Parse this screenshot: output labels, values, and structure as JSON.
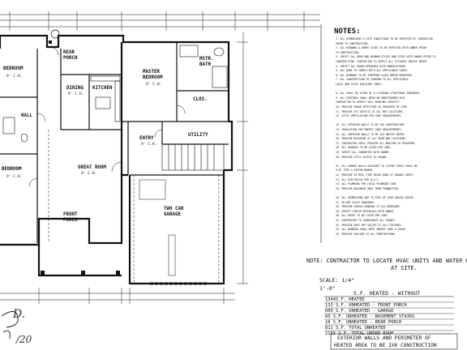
{
  "notes": {
    "title": "NOTES:",
    "lines": [
      "1. ALL DIMENSIONS & SITE CONDITIONS TO BE VERIFIED BY CONTRACTOR",
      "   PRIOR TO CONSTRUCTION.",
      "2. ALL WINDOWS & DOORS SIZES TO BE VERIFIED WITH OWNER PRIOR",
      "   TO CONSTRUCTION.",
      "3. VERIFY ALL DOOR AND WINDOW STYLES AND SIZES WITH OWNER PRIOR TO",
      "   CONSTRUCTION. CONTRACTOR TO SUPPLY ALL FIXTURES UNLESS NOTED.",
      "4. VERIFY ALL ROUGH OPENINGS WITH MANUFACTURER.",
      "5. ALL WORK TO COMPLY WITH ALL APPLICABLE CODES.",
      "6. ALL WINDOWS TO BE TEMPERED GLASS WHERE REQUIRED.",
      "7. ALL CONSTRUCTION TO CONFORM TO ALL APPLICABLE",
      "   LOCAL AND STATE BUILDING CODES.",
      "",
      "8. ALL SHALL BE SIZED BY A LICENSED STRUCTURAL ENGINEER.",
      "9. ALL FOOTINGS SHALL BEAR ON UNDISTURBED SOIL.",
      "   CONTRACTOR TO VERIFY SOIL BEARING CAPACITY.",
      "10. PROVIDE SMOKE DETECTORS AS REQUIRED BY CODE.",
      "11. PROVIDE GFI OUTLETS AT ALL WET LOCATIONS.",
      "12. ATTIC VENTILATION PER CODE REQUIREMENTS.",
      "",
      "13. ALL EXTERIOR WALLS TO BE 2X6 CONSTRUCTION.",
      "14. INSULATION PER ENERGY CODE REQUIREMENTS.",
      "15. ALL INTERIOR WALLS TO BE 2X4 UNLESS NOTED.",
      "16. PROVIDE BLOCKING AT ALL GRAB BAR LOCATIONS.",
      "17. CONTRACTOR SHALL PROVIDE ALL BRACING AS REQUIRED.",
      "18. ALL HEADERS TO BE SIZED PER CODE.",
      "19. VERIFY ALL CABINETRY WITH OWNER.",
      "20. PROVIDE ATTIC ACCESS AS SHOWN.",
      "",
      "21. ALL GARAGE WALLS ADJACENT TO LIVING SPACE SHALL BE",
      "    5/8\" TYPE X GYPSUM BOARD.",
      "22. PROVIDE 20 MIN. FIRE RATED DOOR AT GARAGE ENTRY.",
      "23. ALL ELECTRICAL PER N.E.C.",
      "24. ALL PLUMBING PER LOCAL PLUMBING CODE.",
      "25. PROVIDE DRAINAGE AWAY FROM FOUNDATION.",
      "",
      "26. ALL DIMENSIONS ARE TO FACE OF STUD UNLESS NOTED.",
      "27. DO NOT SCALE DRAWINGS.",
      "28. PROVIDE EGRESS WINDOWS AT ALL BEDROOMS.",
      "29. VERIFY FINISH MATERIALS WITH OWNER.",
      "30. ALL DECKS TO BE SIZED PER CODE.",
      "31. CONTRACTOR TO COORDINATE ALL TRADES.",
      "32. PROVIDE SHUT OFF VALVES AT ALL FIXTURES.",
      "33. ALL WINDOWS SHALL MEET ENERGY CODE U-VALUE.",
      "34. PROVIDE SEALANT AT ALL PENETRATIONS."
    ]
  },
  "hvac_note": {
    "line1": "NOTE: CONTRACTOR TO LOCATE HVAC UNITS AND WATER HEATE",
    "line2": "AT SITE."
  },
  "scale": {
    "line1": "SCALE: 1/4\"",
    "line2": "1'-0\""
  },
  "square_footage": {
    "title": "S.F. HEATED - WITHOUT",
    "rows": [
      "1344S.F.   HEATED",
      "133 S.F.   UNHEATED - FRONT PORCH",
      "600 S.F.   UNHEATED - GARAGE",
      "60 S.F.    UNHEATED - BASEMENT STAIRS",
      "18 S.F.    UNHEATED - REAR PORCH",
      "811 S.F.   TOTAL UNHEATED",
      "2155 S.F.  TOTAL UNDER ROOF"
    ]
  },
  "exterior_note": {
    "line1": "EXTERIOR WALLS AND PERIMETER OF",
    "line2": "HEATED AREA TO BE 2X6 CONSTRUCTION"
  },
  "rooms": {
    "bedroom1": "BEDROOM",
    "bedroom2": "BEDROOM",
    "hall": "HALL",
    "rear_porch1": "REAR",
    "rear_porch2": "PORCH",
    "dining": "DINING",
    "kitchen": "KITCHEN",
    "master1": "MASTER",
    "master2": "BEDROOM",
    "mstr_bath1": "MSTR.",
    "mstr_bath2": "BATH",
    "clos": "CLOS.",
    "entry": "ENTRY",
    "great_room": "GREAT ROOM",
    "front_porch1": "FRONT",
    "front_porch2": "PORCH",
    "utility": "UTILITY",
    "garage1": "TWO CAR",
    "garage2": "GARAGE",
    "dim_9": "9' C.H.",
    "dim_9b": "9' C.H.",
    "dim_9c": "9' C.H.",
    "dim_9d": "9' C.H.",
    "dim_9e": "9' C.H.",
    "dim_9f": "9' C.H."
  },
  "signature": {
    "mark": "D.",
    "date": "/20"
  }
}
